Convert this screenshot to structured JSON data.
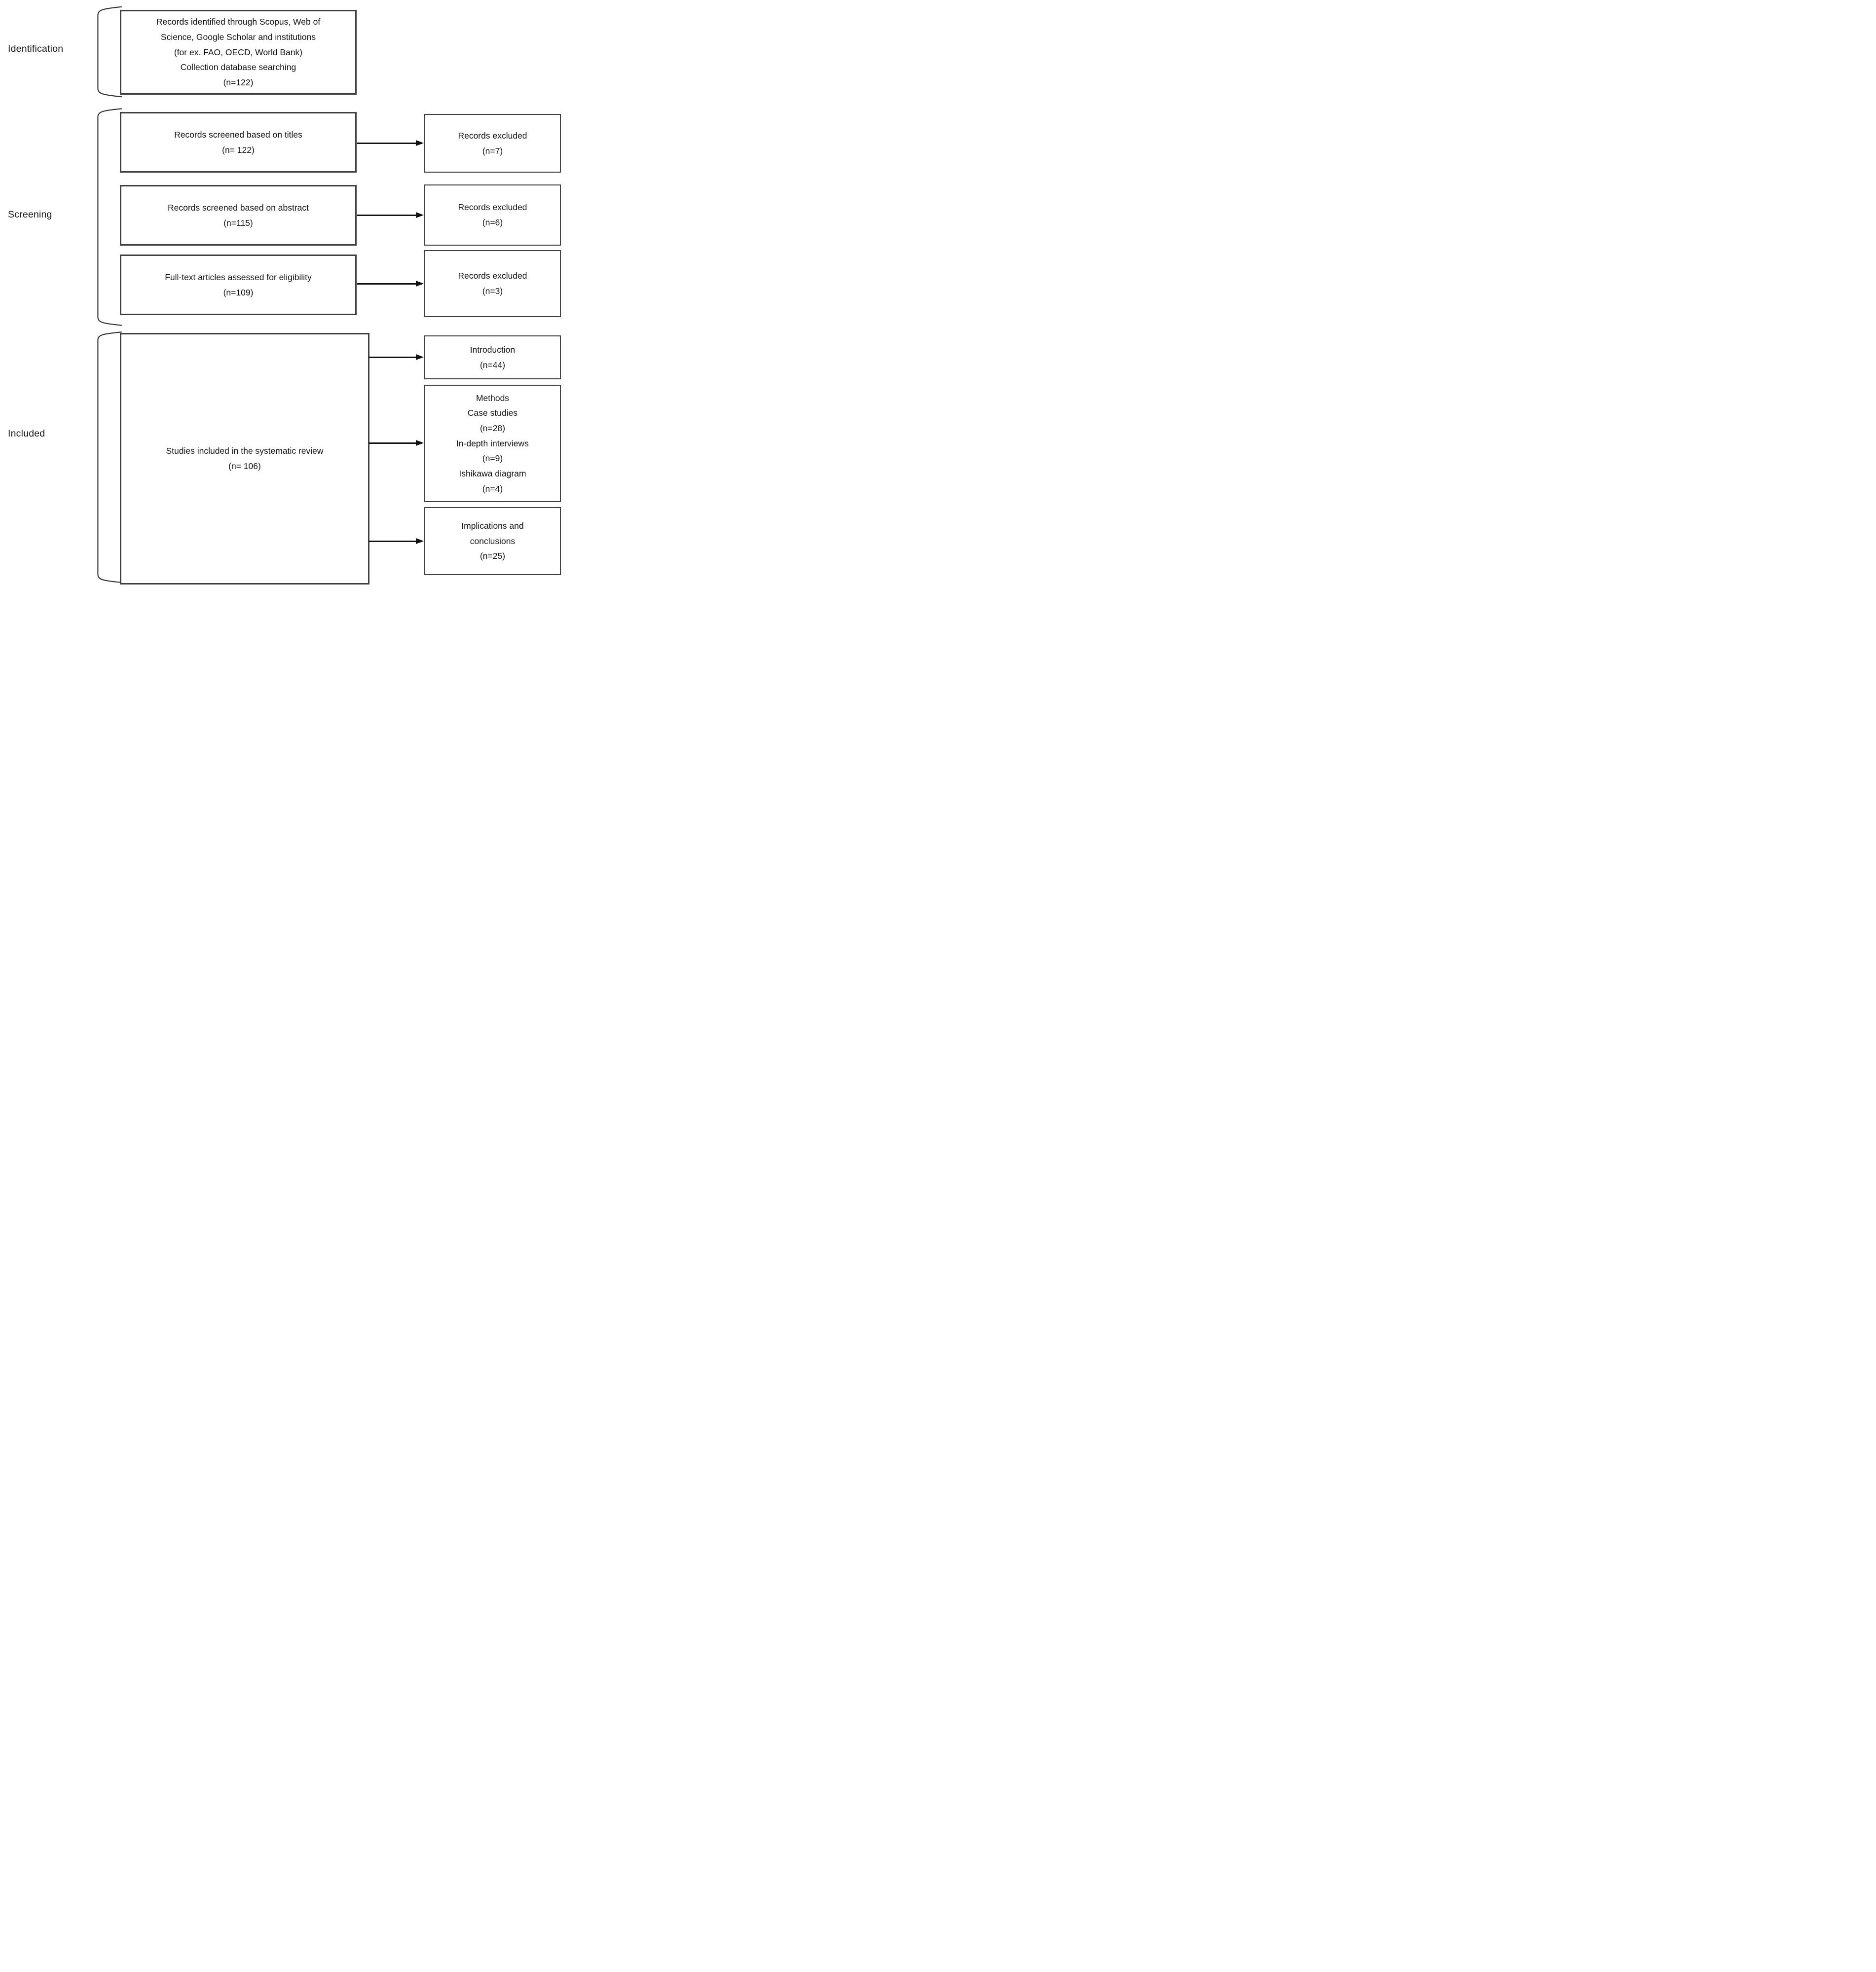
{
  "colors": {
    "border": "#3f3f3f",
    "text": "#121212",
    "arrow": "#111111",
    "bracket": "#2f2f2f",
    "background": "#ffffff"
  },
  "stages": {
    "identification": {
      "label": "Identification"
    },
    "screening": {
      "label": "Screening"
    },
    "included": {
      "label": "Included"
    }
  },
  "boxes": {
    "identified": {
      "lines": [
        "Records identified through Scopus, Web of",
        "Science, Google Scholar and institutions",
        "(for ex. FAO, OECD, World Bank)",
        "Collection database searching",
        "(n=122)"
      ]
    },
    "screened_titles": {
      "lines": [
        "Records screened based on titles",
        "(n= 122)"
      ]
    },
    "excluded_titles": {
      "lines": [
        "Records excluded",
        "(n=7)"
      ]
    },
    "screened_abstract": {
      "lines": [
        "Records screened based on abstract",
        "(n=115)"
      ]
    },
    "excluded_abstract": {
      "lines": [
        "Records excluded",
        "(n=6)"
      ]
    },
    "fulltext_eligibility": {
      "lines": [
        "Full-text articles assessed for eligibility",
        "(n=109)"
      ]
    },
    "excluded_fulltext": {
      "lines": [
        "Records excluded",
        "(n=3)"
      ]
    },
    "included_studies": {
      "lines": [
        "Studies included in the systematic review",
        "(n= 106)"
      ]
    },
    "introduction": {
      "lines": [
        "Introduction",
        "(n=44)"
      ]
    },
    "methods": {
      "lines": [
        "Methods",
        "Case studies",
        "(n=28)",
        "In-depth interviews",
        "(n=9)",
        "Ishikawa diagram",
        "(n=4)"
      ]
    },
    "implications": {
      "lines": [
        "Implications and",
        "conclusions",
        "(n=25)"
      ]
    }
  }
}
